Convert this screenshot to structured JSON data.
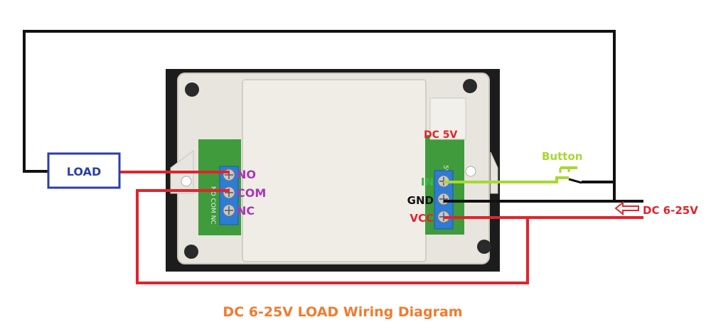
{
  "title": "DC 6-25V LOAD Wiring Diagram",
  "load_label": "LOAD",
  "left_terminals": [
    "NO",
    "COM",
    "NC"
  ],
  "right_terminals": [
    "IN",
    "GND",
    "VCC"
  ],
  "dc5v_label": "DC 5V",
  "button_label": "Button",
  "supply_label": "DC 6-25V",
  "board_silkscreen_left": "NO COM NC",
  "board_silkscreen_right": "5V",
  "colors": {
    "wire_black": "#111111",
    "wire_red": "#e0242c",
    "wire_green": "#a8d832",
    "load_box": "#2b3ea8",
    "terminal_text_left": "#a836b8",
    "in_text": "#3cb843",
    "gnd_text": "#111111",
    "vcc_text": "#e0242c",
    "dc5v_text": "#e0242c",
    "button_text": "#a8d832",
    "supply_text": "#e0242c",
    "title_text": "#ee7c30",
    "photo_bg": "#1c1c1c",
    "enclosure": "#e6e4dc",
    "terminal_block": "#2d7cd6",
    "pcb": "#3f9b3c"
  }
}
